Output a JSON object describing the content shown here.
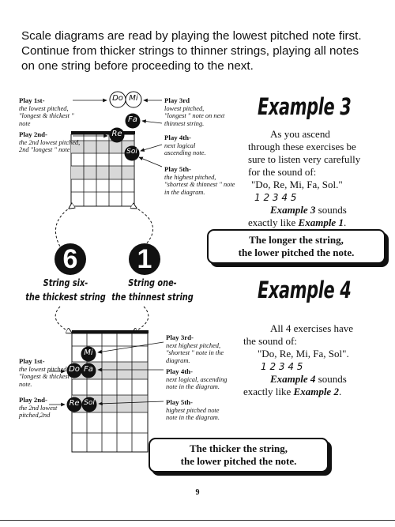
{
  "intro": [
    "Scale diagrams are read by playing the lowest pitched note first.",
    "Continue from thicker strings to thinner strings, playing all notes",
    "on one string before proceeding to the next."
  ],
  "diagram1": {
    "left_labels": [
      {
        "title": "Play 1st-",
        "lines": [
          "the lowest pitched,",
          "\"longest & thickest \"",
          "note"
        ]
      },
      {
        "title": "Play 2nd-",
        "lines": [
          "the 2nd lowest pitched,",
          "2nd \"longest \" note"
        ]
      }
    ],
    "right_labels": [
      {
        "title": "Play 3rd",
        "lines": [
          "lowest pitched,",
          "\"longest \" note on next",
          "thinnest string."
        ]
      },
      {
        "title": "Play 4th-",
        "lines": [
          "next logical",
          "ascending note."
        ]
      },
      {
        "title": "Play 5th-",
        "lines": [
          "the highest pitched,",
          "\"shortest & thinnest \" note",
          "in the diagram."
        ]
      }
    ],
    "notes": {
      "do": "Do",
      "mi": "Mi",
      "fa": "Fa",
      "re": "Re",
      "sol": "Sol"
    }
  },
  "example3": {
    "title": "Example 3",
    "lines": [
      "As you ascend",
      "through these exercises be",
      "sure to listen very carefully",
      "for the sound of:",
      "\"Do, Re, Mi, Fa, Sol.\""
    ],
    "nums": "1    2   3   4   5",
    "ex_bold": "Example 3",
    "ex_tail": " sounds",
    "exactly": "exactly like ",
    "exactly_bold": "Example 1",
    "exactly_end": "."
  },
  "box1": [
    "The longer the string,",
    "the lower pitched the note."
  ],
  "strings": {
    "six_num": "6",
    "one_num": "1",
    "six_label": [
      "String six-",
      "the thickest string"
    ],
    "one_label": [
      "String one-",
      "the thinnest string"
    ]
  },
  "example4": {
    "title": "Example 4",
    "lines": [
      "All 4 exercises have",
      "the sound of:",
      "\"Do, Re, Mi, Fa, Sol\"."
    ],
    "nums": "1    2   3   4   5",
    "ex_bold": "Example 4",
    "ex_tail": " sounds",
    "exactly": "exactly like ",
    "exactly_bold": "Example 2",
    "exactly_end": "."
  },
  "diagram2": {
    "left_labels": [
      {
        "title": "Play 1st-",
        "lines": [
          "the lowest pitched,",
          "\"longest & thickest\"",
          "note."
        ]
      },
      {
        "title": "Play 2nd-",
        "lines": [
          "the 2nd lowest",
          "pitched,2nd"
        ]
      }
    ],
    "right_labels": [
      {
        "title": "Play 3rd-",
        "lines": [
          "next highest pitched,",
          "\"shortest \" note in the",
          "diagram."
        ]
      },
      {
        "title": "Play 4th-",
        "lines": [
          "next logical, ascending",
          "note in the diagram."
        ]
      },
      {
        "title": "Play 5th-",
        "lines": [
          "highest pitched note",
          "note in the diagram."
        ]
      }
    ],
    "notes": {
      "mi": "Mi",
      "do": "Do",
      "fa": "Fa",
      "re": "Re",
      "sol": "Sol"
    }
  },
  "box2": [
    "The thicker the string,",
    "the lower pitched the note."
  ],
  "page_number": "9"
}
